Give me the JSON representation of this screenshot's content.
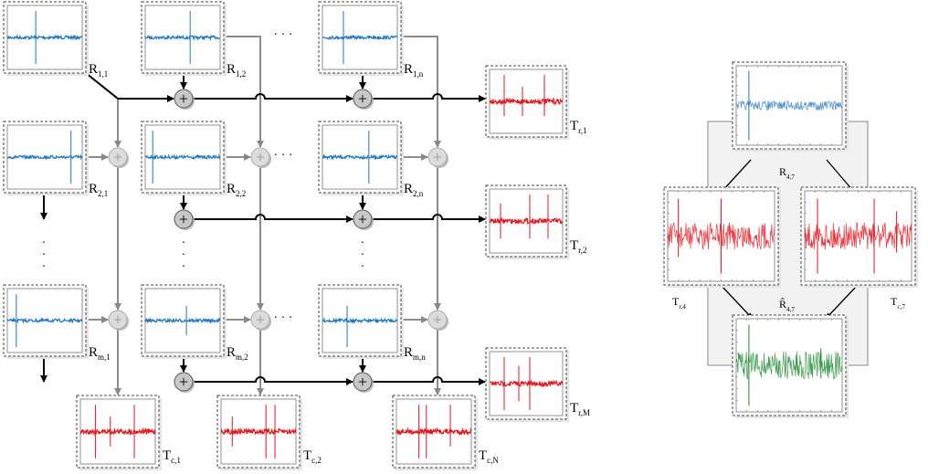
{
  "colors": {
    "input": "#1f77c4",
    "row_transform": "#e8141c",
    "reconstruction": "#1a8a2e",
    "sum_black": "#000000",
    "sum_gray": "#8c8c8c"
  },
  "grid": {
    "blocks": [
      {
        "id": "r11",
        "label": {
          "base": "R",
          "sub": "1,1"
        }
      },
      {
        "id": "r12",
        "label": {
          "base": "R",
          "sub": "1,2"
        }
      },
      {
        "id": "r1n",
        "label": {
          "base": "R",
          "sub": "1,n"
        }
      },
      {
        "id": "r21",
        "label": {
          "base": "R",
          "sub": "2,1"
        }
      },
      {
        "id": "r22",
        "label": {
          "base": "R",
          "sub": "2,2"
        }
      },
      {
        "id": "r2n",
        "label": {
          "base": "R",
          "sub": "2,n"
        }
      },
      {
        "id": "rm1",
        "label": {
          "base": "R",
          "sub": "m,1"
        }
      },
      {
        "id": "rm2",
        "label": {
          "base": "R",
          "sub": "m,2"
        }
      },
      {
        "id": "rmn",
        "label": {
          "base": "R",
          "sub": "m,n"
        }
      }
    ],
    "row_outputs": [
      {
        "id": "tr1",
        "label": {
          "base": "T",
          "sub": "r,1"
        }
      },
      {
        "id": "tr2",
        "label": {
          "base": "T",
          "sub": "r,2"
        }
      },
      {
        "id": "trM",
        "label": {
          "base": "T",
          "sub": "r,M"
        }
      }
    ],
    "column_outputs": [
      {
        "id": "tc1",
        "label": {
          "base": "T",
          "sub": "c,1"
        }
      },
      {
        "id": "tc2",
        "label": {
          "base": "T",
          "sub": "c,2"
        }
      },
      {
        "id": "tcN",
        "label": {
          "base": "T",
          "sub": "c,N"
        }
      }
    ],
    "adder_symbol": "+",
    "ellipsis_h": "· · ·",
    "ellipsis_v": "·"
  },
  "detail": {
    "input": {
      "label": {
        "base": "R",
        "sub": "4,7"
      }
    },
    "row": {
      "label": {
        "base": "T",
        "sub": "r,4"
      }
    },
    "column": {
      "label": {
        "base": "T",
        "sub": "c,7"
      }
    },
    "output": {
      "label": {
        "base": "R̂",
        "sub": "4,7"
      }
    }
  }
}
